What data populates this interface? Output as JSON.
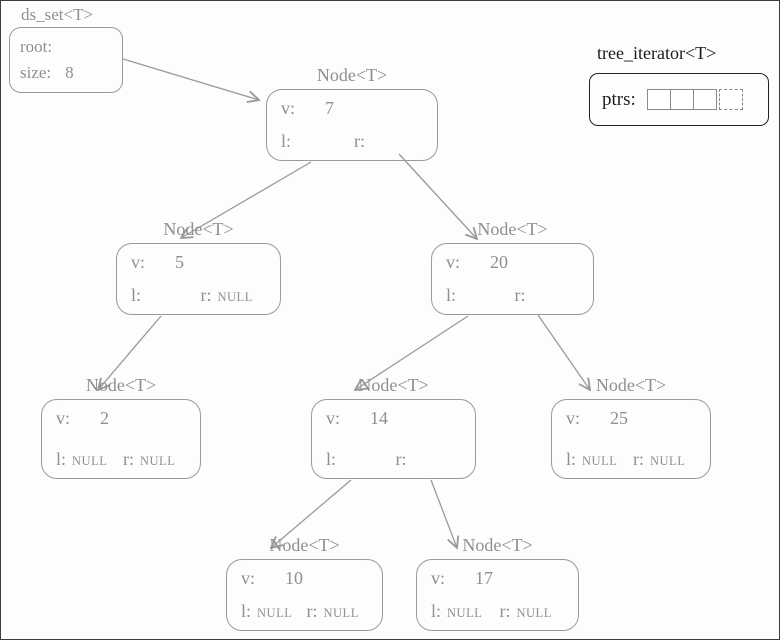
{
  "set_box": {
    "title": "ds_set<T>",
    "root_label": "root:",
    "size_label": "size:",
    "size_value": "8"
  },
  "iterator": {
    "title": "tree_iterator<T>",
    "ptrs_label": "ptrs:",
    "cells": 4
  },
  "nodes": [
    {
      "title": "Node<T>",
      "v_label": "v:",
      "value": "7",
      "l_label": "l:",
      "l_value": "",
      "r_label": "r:",
      "r_value": ""
    },
    {
      "title": "Node<T>",
      "v_label": "v:",
      "value": "5",
      "l_label": "l:",
      "l_value": "",
      "r_label": "r:",
      "r_value": "NULL"
    },
    {
      "title": "Node<T>",
      "v_label": "v:",
      "value": "20",
      "l_label": "l:",
      "l_value": "",
      "r_label": "r:",
      "r_value": ""
    },
    {
      "title": "Node<T>",
      "v_label": "v:",
      "value": "2",
      "l_label": "l:",
      "l_value": "NULL",
      "r_label": "r:",
      "r_value": "NULL"
    },
    {
      "title": "Node<T>",
      "v_label": "v:",
      "value": "14",
      "l_label": "l:",
      "l_value": "",
      "r_label": "r:",
      "r_value": ""
    },
    {
      "title": "Node<T>",
      "v_label": "v:",
      "value": "25",
      "l_label": "l:",
      "l_value": "NULL",
      "r_label": "r:",
      "r_value": "NULL"
    },
    {
      "title": "Node<T>",
      "v_label": "v:",
      "value": "10",
      "l_label": "l:",
      "l_value": "NULL",
      "r_label": "r:",
      "r_value": "NULL"
    },
    {
      "title": "Node<T>",
      "v_label": "v:",
      "value": "17",
      "l_label": "l:",
      "l_value": "NULL",
      "r_label": "r:",
      "r_value": "NULL"
    }
  ],
  "colors": {
    "line": "#9a9a9a",
    "text": "#8f8f8f",
    "iterator_border": "#222222"
  }
}
